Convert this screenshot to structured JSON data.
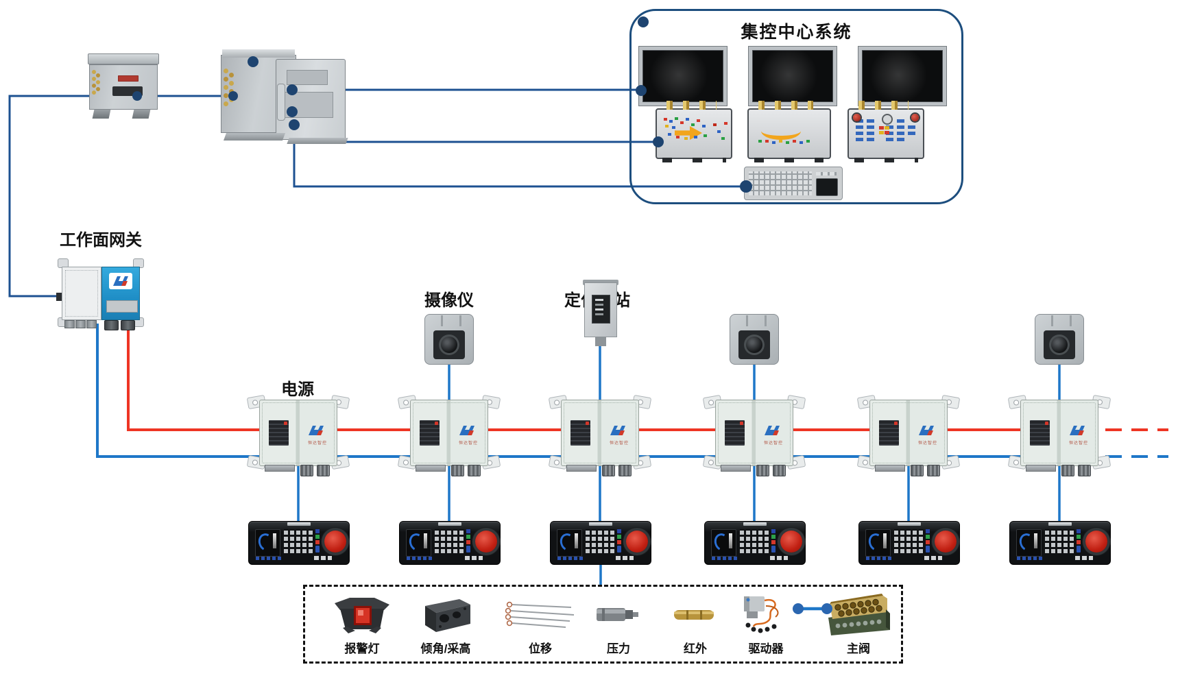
{
  "title": "集控中心系统",
  "gateway_label": "工作面网关",
  "camera_label": "摄像仪",
  "station_label": "定位基站",
  "power_label": "电源",
  "brand": "恒达智控",
  "sensors": [
    {
      "label": "报警灯",
      "icon": "alarm-light-icon"
    },
    {
      "label": "倾角/采高",
      "icon": "tilt-height-sensor-icon"
    },
    {
      "label": "位移",
      "icon": "displacement-sensor-icon"
    },
    {
      "label": "压力",
      "icon": "pressure-sensor-icon"
    },
    {
      "label": "红外",
      "icon": "infrared-sensor-icon"
    },
    {
      "label": "驱动器",
      "icon": "driver-icon"
    },
    {
      "label": "主阀",
      "icon": "main-valve-icon"
    }
  ],
  "colors": {
    "bus_red": "#ee3524",
    "bus_blue": "#1e77c8",
    "line_navy": "#1d5191",
    "dot_navy": "#1e4470",
    "frame_navy": "#1d4e7e",
    "gateway_blue": "#29a0dc",
    "estop_red": "#c01f12"
  }
}
